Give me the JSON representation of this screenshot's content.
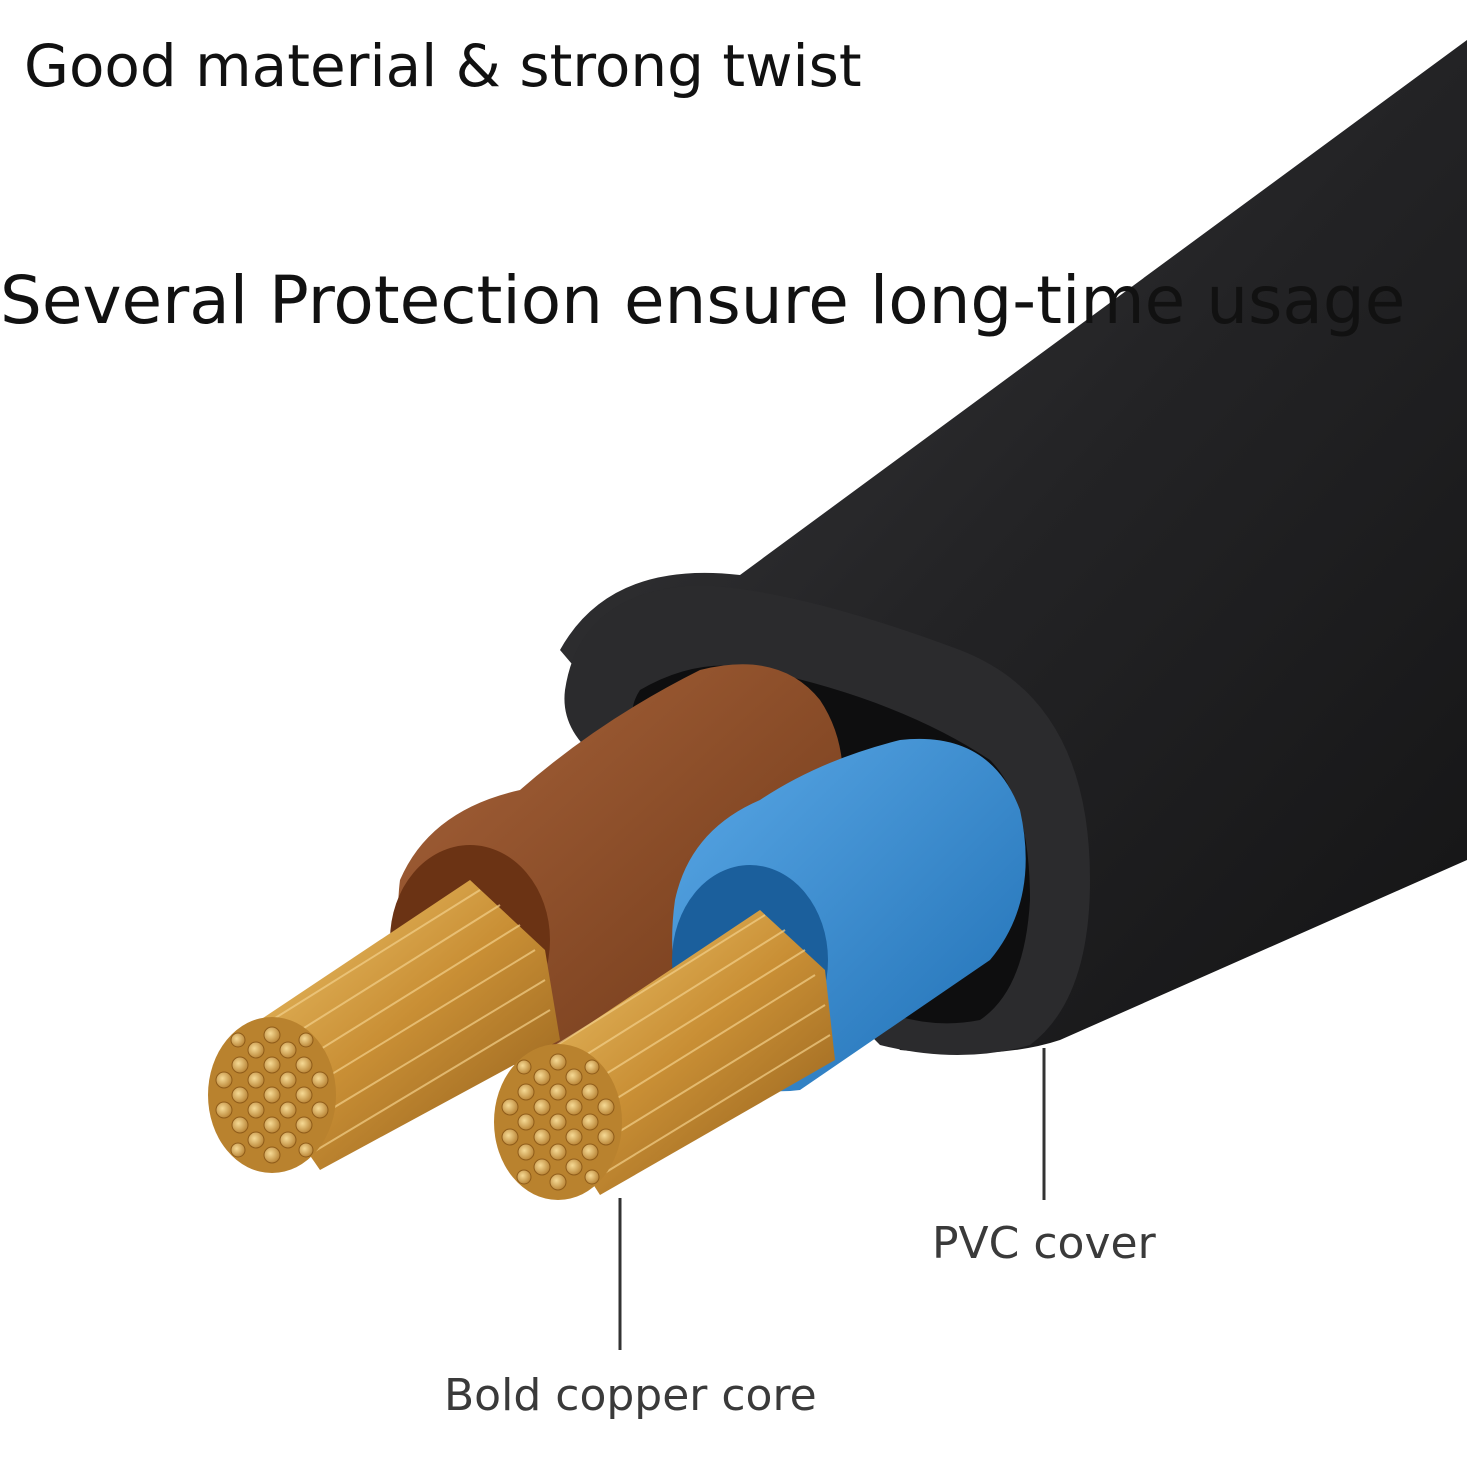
{
  "headline": "Good material & strong twist",
  "subheadline": "Several Protection ensure long-time usage",
  "callouts": {
    "pvc_cover": "PVC cover",
    "copper_core": "Bold copper core"
  },
  "colors": {
    "jacket": "#1f1f21",
    "brown_insulation": "#8a4a24",
    "blue_insulation": "#2f86cc",
    "copper": "#d7a447",
    "text": "#111111"
  }
}
